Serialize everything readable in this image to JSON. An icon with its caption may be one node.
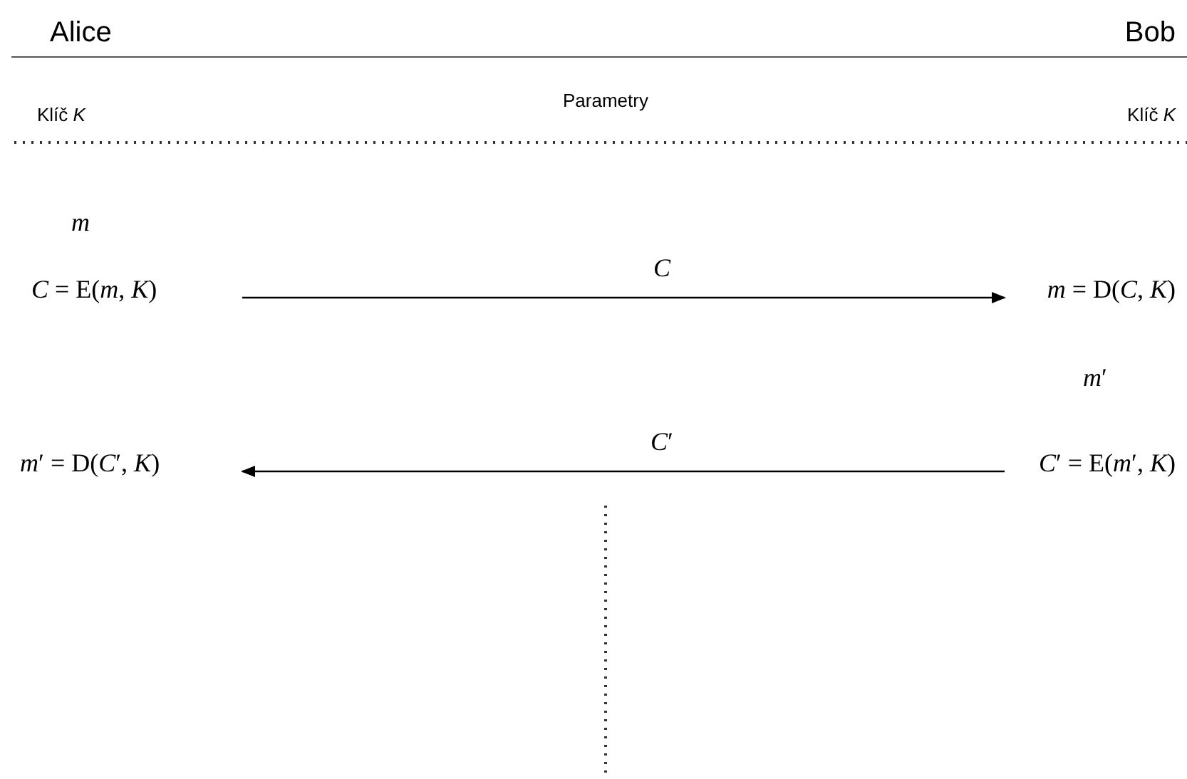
{
  "diagram": {
    "nodes": [
      {
        "text": [
          "*C* = E(*m*, *K*)"
        ]
      },
      {
        "text": [
          "*m* = D(*C*, *K*)"
        ]
      },
      {
        "text": [
          "*C*′ = E(*m*′, *K*)"
        ]
      },
      {
        "text": [
          "*m*′ = D(*C*′, *K*)"
        ]
      }
    ],
    "edges": [
      {
        "from": 0,
        "to": 1,
        "arrow": "to",
        "label": "*C*"
      },
      {
        "from": 2,
        "to": 3,
        "arrow": "to",
        "label": "*C*′"
      }
    ],
    "labels": [
      "Alice",
      "Bob",
      "Klíč *K*",
      "Parametry",
      "Klíč *K*",
      "*m*",
      "*m*′"
    ]
  }
}
